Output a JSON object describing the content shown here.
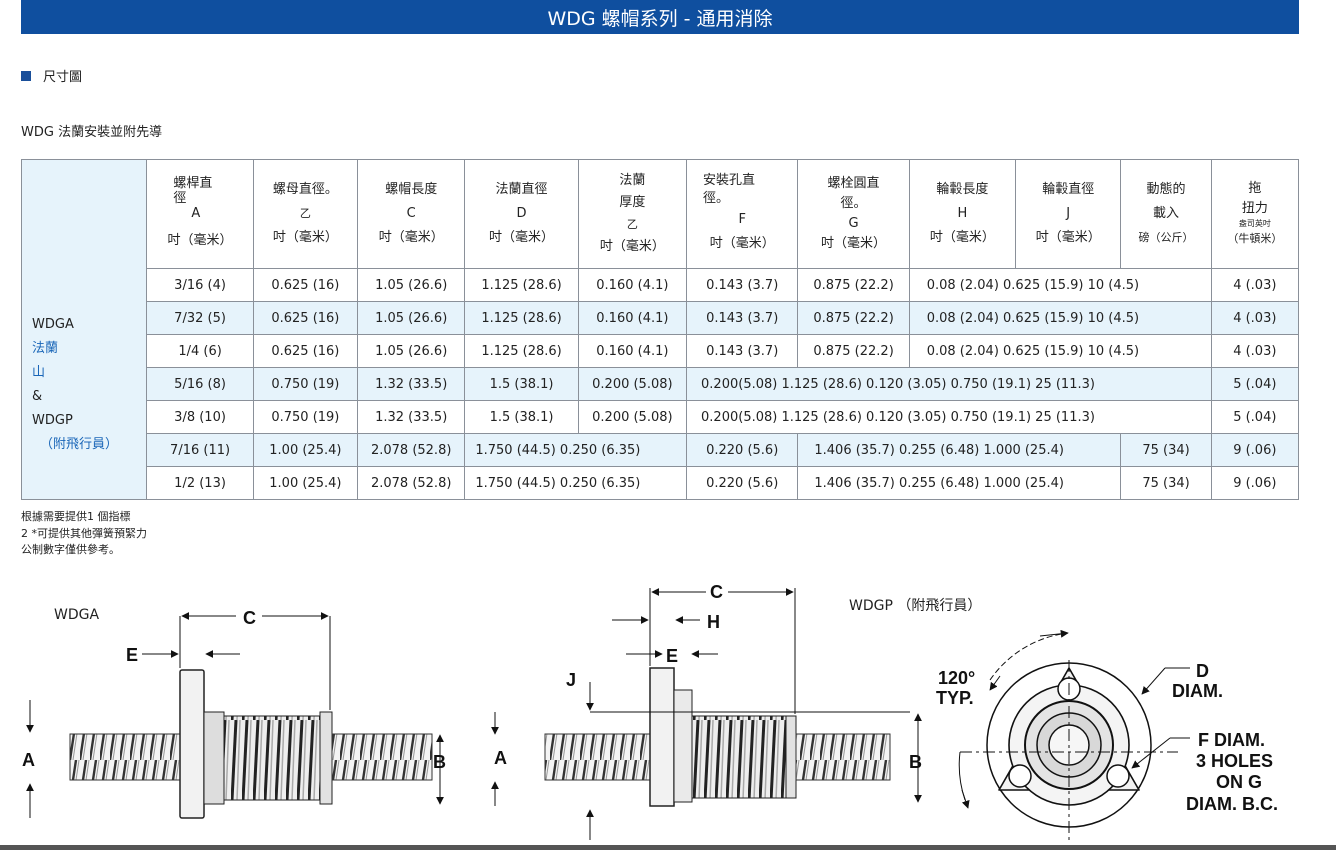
{
  "banner_title": "WDG 螺帽系列 - 通用消除",
  "section_title": "尺寸圖",
  "table_title": "WDG 法蘭安裝並附先導",
  "headers": {
    "a": [
      "螺桿直",
      "徑",
      "A",
      "吋（毫米）"
    ],
    "b": [
      "螺母直徑。",
      "乙",
      "吋（毫米）"
    ],
    "c": [
      "螺帽長度",
      "C",
      "吋（毫米）"
    ],
    "d": [
      "法蘭直徑",
      "D",
      "吋（毫米）"
    ],
    "e": [
      "法蘭",
      "厚度",
      "乙",
      "吋（毫米）"
    ],
    "f": [
      "安裝孔直",
      "徑。",
      "F",
      "吋（毫米）"
    ],
    "g": [
      "螺栓圓直",
      "徑。",
      "G",
      "吋（毫米）"
    ],
    "h": [
      "輪轂長度",
      "H",
      "吋（毫米）"
    ],
    "j": [
      "輪轂直徑",
      "J",
      "吋（毫米）"
    ],
    "load": [
      "動態的",
      "載入",
      "磅（公斤）"
    ],
    "torque": [
      "拖",
      "扭力",
      "盎司英吋",
      "（牛頓米）"
    ]
  },
  "row_label": [
    "WDGA",
    "法蘭",
    "山",
    "&",
    "WDGP",
    "（附飛行員）"
  ],
  "rows": [
    [
      "3/16 (4)",
      "0.625 (16)",
      "1.05 (26.6)",
      "1.125 (28.6)",
      "0.160 (4.1)",
      "0.143 (3.7)",
      "0.875 (22.2)",
      "0.08 (2.04) 0.625 (15.9) 10 (4.5)",
      "4 (.03)"
    ],
    [
      "7/32 (5)",
      "0.625 (16)",
      "1.05 (26.6)",
      "1.125 (28.6)",
      "0.160 (4.1)",
      "0.143 (3.7)",
      "0.875 (22.2)",
      "0.08 (2.04) 0.625 (15.9) 10 (4.5)",
      "4 (.03)"
    ],
    [
      "1/4 (6)",
      "0.625 (16)",
      "1.05 (26.6)",
      "1.125 (28.6)",
      "0.160 (4.1)",
      "0.143 (3.7)",
      "0.875 (22.2)",
      "0.08 (2.04) 0.625 (15.9) 10 (4.5)",
      "4 (.03)"
    ],
    [
      "5/16 (8)",
      "0.750 (19)",
      "1.32 (33.5)",
      "1.5 (38.1)",
      "0.200 (5.08)",
      "0.200(5.08) 1.125 (28.6) 0.120 (3.05) 0.750 (19.1) 25 (11.3)",
      "5 (.04)"
    ],
    [
      "3/8 (10)",
      "0.750 (19)",
      "1.32 (33.5)",
      "1.5 (38.1)",
      "0.200 (5.08)",
      "0.200(5.08) 1.125 (28.6) 0.120 (3.05) 0.750 (19.1) 25 (11.3)",
      "5 (.04)"
    ],
    [
      "7/16 (11)",
      "1.00 (25.4)",
      "2.078 (52.8)",
      "1.750 (44.5) 0.250 (6.35)",
      "0.220 (5.6)",
      "1.406 (35.7) 0.255 (6.48) 1.000 (25.4)",
      "75 (34)",
      "9 (.06)"
    ],
    [
      "1/2 (13)",
      "1.00 (25.4)",
      "2.078 (52.8)",
      "1.750 (44.5) 0.250 (6.35)",
      "0.220 (5.6)",
      "1.406 (35.7) 0.255 (6.48) 1.000 (25.4)",
      "75 (34)",
      "9 (.06)"
    ]
  ],
  "notes": [
    "根據需要提供1 個指標",
    "2 *可提供其他彈簧預緊力",
    "公制數字僅供參考。"
  ],
  "drawings": {
    "wdga_title": "WDGA",
    "wdgp_title": "WDGP （附飛行員）",
    "labels": {
      "a": "A",
      "b": "B",
      "c": "C",
      "e": "E",
      "h": "H",
      "j": "J",
      "typ1": "120°",
      "typ2": "TYP.",
      "d1": "D",
      "d2": "DIAM.",
      "f1": "F  DIAM.",
      "f2": "3 HOLES",
      "f3": "ON G",
      "f4": "DIAM. B.C."
    }
  }
}
